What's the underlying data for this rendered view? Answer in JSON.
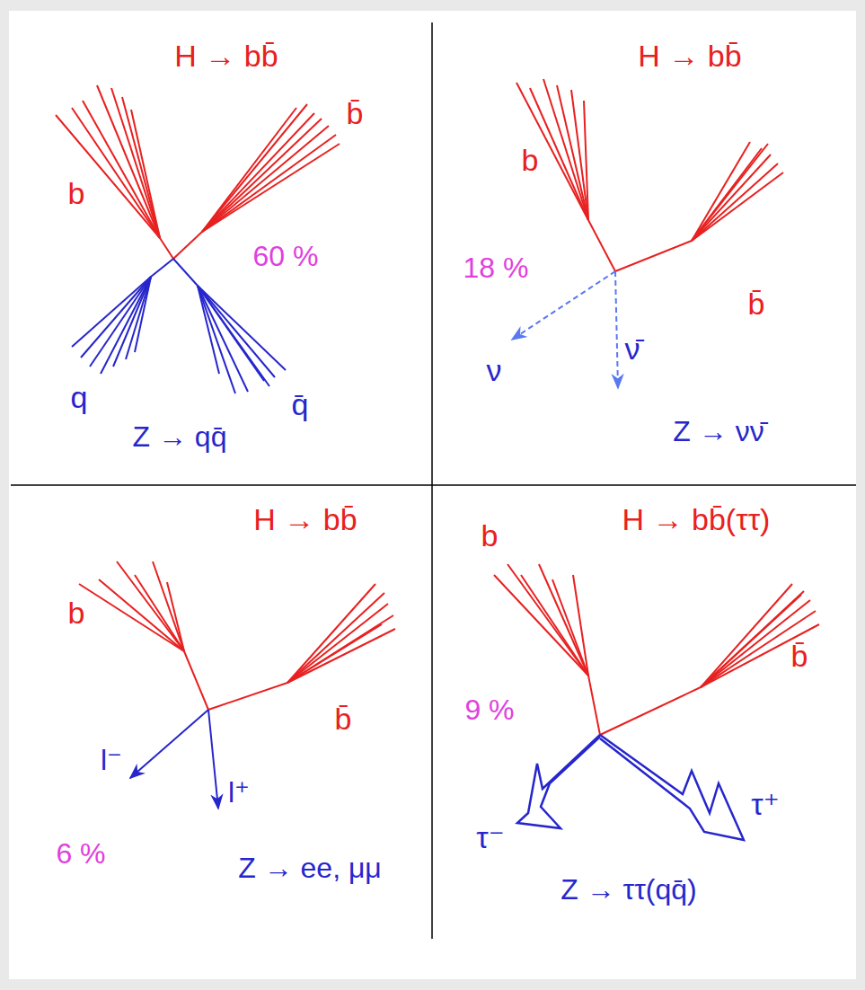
{
  "diagram": {
    "labels": [
      "H → bb̄",
      "b̄",
      "b",
      "60 %",
      "q",
      "q̄",
      "Z → qq̄",
      "H → bb̄",
      "b",
      "18 %",
      "b̄",
      "ν",
      "ν̄",
      "Z → νν̄",
      "H → bb̄",
      "b",
      "b̄",
      "l⁻",
      "l⁺",
      "6 %",
      "Z → ee, μμ",
      "b",
      "H → bb̄(ττ)",
      "b̄",
      "9 %",
      "τ⁻",
      "τ⁺",
      "Z → ττ(qq̄)"
    ]
  }
}
